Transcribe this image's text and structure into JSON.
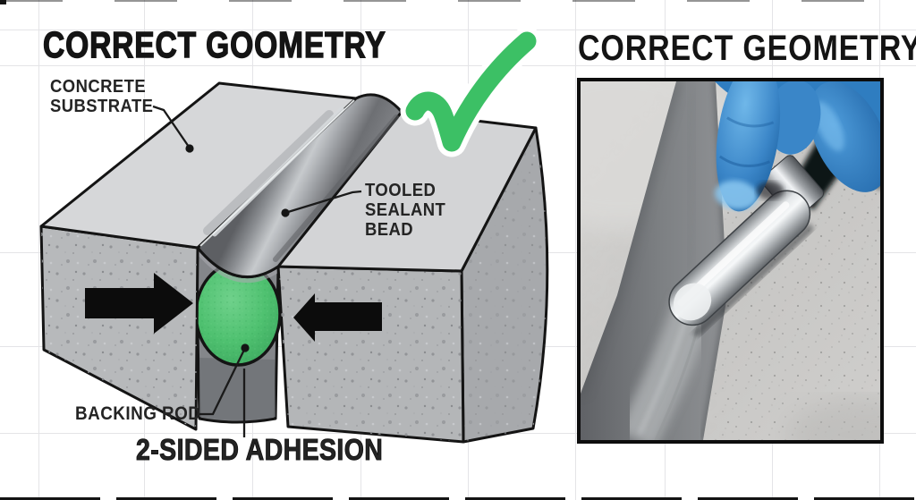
{
  "left_panel": {
    "title": "CORRECT GOOMETRY",
    "diagram": {
      "concrete_1": "CONCRETE",
      "concrete_2": "SUBSTRATE",
      "sealant_1": "TOOLED",
      "sealant_2": "SEALANT",
      "sealant_3": "BEAD",
      "backing_rod": "BACKING ROD",
      "adhesion": "2-SIDED ADHESION",
      "icons": {
        "checkmark": "green-checkmark-icon",
        "left_arrow": "compression-arrow-right-pointing",
        "right_arrow": "compression-arrow-left-pointing"
      }
    }
  },
  "right_panel": {
    "title": "CORRECT GEOMETRY",
    "photo_subject": "blue-gloved-hand-tooling-sealant-joint-with-spatula"
  },
  "colors": {
    "check_green": "#3cc065",
    "backing_rod_green": "#54c673",
    "sealant_gray": "#8a8d91",
    "concrete_top": "#d6d7d9",
    "concrete_face": "#b7b9bb",
    "glove_blue": "#3a86c8",
    "outline_black": "#141414"
  }
}
